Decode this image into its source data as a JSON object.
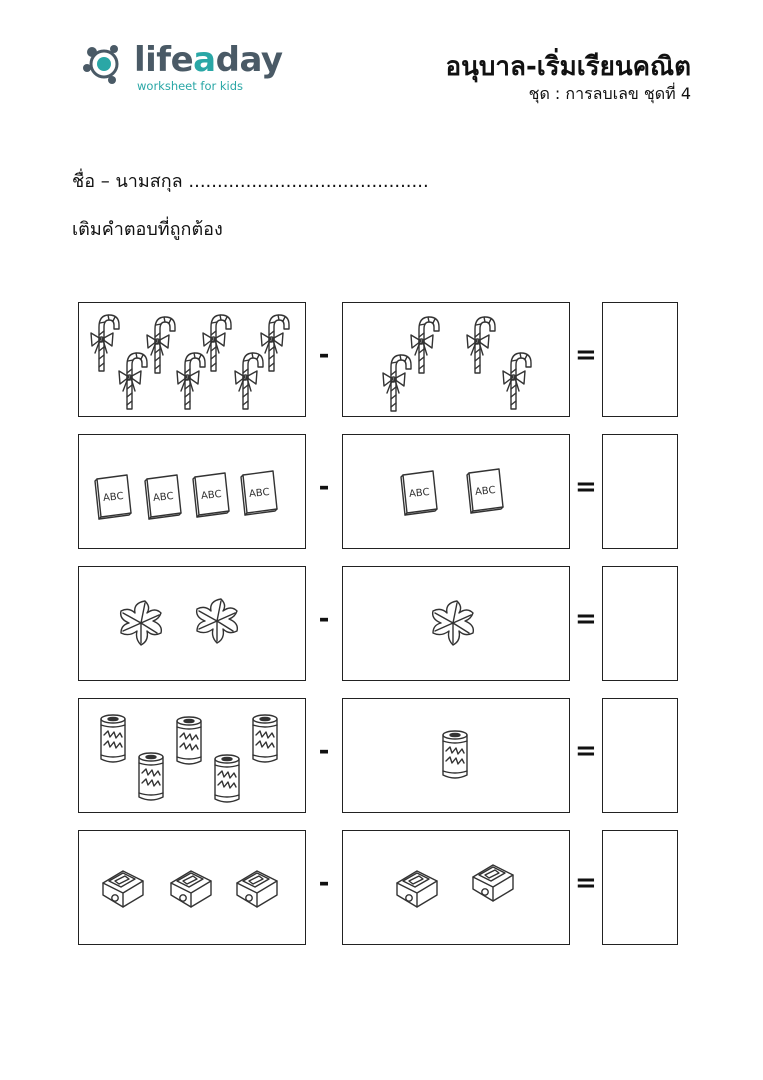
{
  "header": {
    "logo_word_main": "life",
    "logo_word_accent": "a",
    "logo_word_end": "day",
    "logo_tagline": "worksheet for kids",
    "title": "อนุบาล-เริ่มเรียนคณิต",
    "subtitle": "ชุด : การลบเลข ชุดที่ 4"
  },
  "form": {
    "name_label": "ชื่อ – นามสกุล ..........................................",
    "instruction": "เติมคำตอบที่ถูกต้อง"
  },
  "operators": {
    "minus": "-",
    "equals": "="
  },
  "problems": [
    {
      "item_icon": "candy-cane-icon",
      "left_count": 7,
      "right_count": 4,
      "answer": ""
    },
    {
      "item_icon": "abc-book-icon",
      "left_count": 4,
      "right_count": 2,
      "answer": ""
    },
    {
      "item_icon": "leaf-icon",
      "left_count": 2,
      "right_count": 1,
      "answer": ""
    },
    {
      "item_icon": "soda-can-icon",
      "left_count": 5,
      "right_count": 1,
      "answer": ""
    },
    {
      "item_icon": "pencil-sharpener-icon",
      "left_count": 3,
      "right_count": 2,
      "answer": ""
    }
  ],
  "book_cover_text": "ABC"
}
